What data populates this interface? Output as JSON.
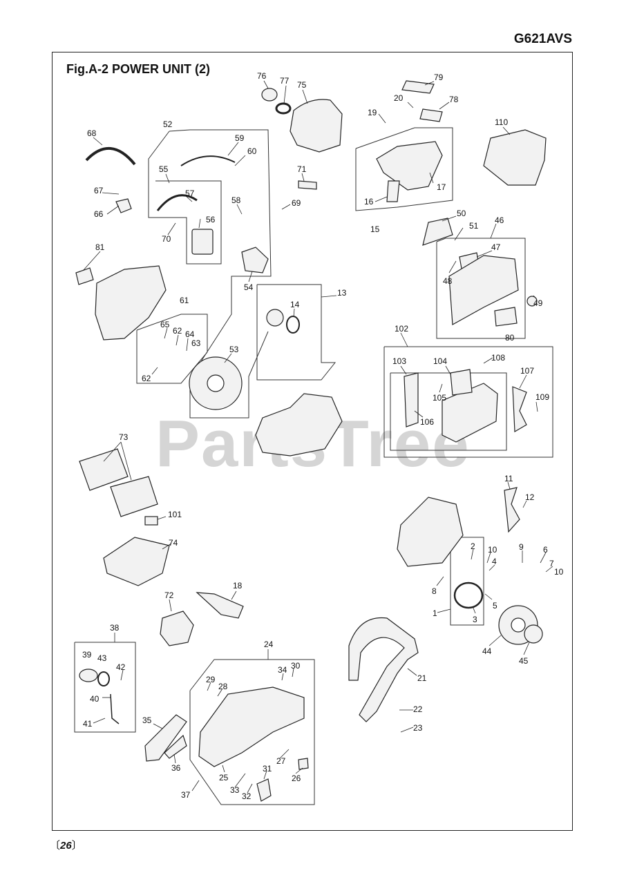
{
  "model": "G621AVS",
  "figure_title": "Fig.A-2  POWER UNIT (2)",
  "page_number": "26",
  "watermark": "PartsTree",
  "callouts": [
    {
      "id": "c76",
      "text": "76"
    },
    {
      "id": "c77",
      "text": "77"
    },
    {
      "id": "c75",
      "text": "75"
    },
    {
      "id": "c79",
      "text": "79"
    },
    {
      "id": "c20",
      "text": "20"
    },
    {
      "id": "c78",
      "text": "78"
    },
    {
      "id": "c19",
      "text": "19"
    },
    {
      "id": "c110",
      "text": "110"
    },
    {
      "id": "c68",
      "text": "68"
    },
    {
      "id": "c52",
      "text": "52"
    },
    {
      "id": "c59",
      "text": "59"
    },
    {
      "id": "c60",
      "text": "60"
    },
    {
      "id": "c55",
      "text": "55"
    },
    {
      "id": "c71",
      "text": "71"
    },
    {
      "id": "c57",
      "text": "57"
    },
    {
      "id": "c17",
      "text": "17"
    },
    {
      "id": "c67",
      "text": "67"
    },
    {
      "id": "c58",
      "text": "58"
    },
    {
      "id": "c69",
      "text": "69"
    },
    {
      "id": "c16",
      "text": "16"
    },
    {
      "id": "c66",
      "text": "66"
    },
    {
      "id": "c56",
      "text": "56"
    },
    {
      "id": "c15",
      "text": "15"
    },
    {
      "id": "c50",
      "text": "50"
    },
    {
      "id": "c70",
      "text": "70"
    },
    {
      "id": "c51",
      "text": "51"
    },
    {
      "id": "c46",
      "text": "46"
    },
    {
      "id": "c81",
      "text": "81"
    },
    {
      "id": "c47",
      "text": "47"
    },
    {
      "id": "c54",
      "text": "54"
    },
    {
      "id": "c48",
      "text": "48"
    },
    {
      "id": "c13",
      "text": "13"
    },
    {
      "id": "c61",
      "text": "61"
    },
    {
      "id": "c14",
      "text": "14"
    },
    {
      "id": "c49",
      "text": "49"
    },
    {
      "id": "c65",
      "text": "65"
    },
    {
      "id": "c62a",
      "text": "62"
    },
    {
      "id": "c64",
      "text": "64"
    },
    {
      "id": "c63",
      "text": "63"
    },
    {
      "id": "c80",
      "text": "80"
    },
    {
      "id": "c102",
      "text": "102"
    },
    {
      "id": "c53",
      "text": "53"
    },
    {
      "id": "c108",
      "text": "108"
    },
    {
      "id": "c103",
      "text": "103"
    },
    {
      "id": "c104",
      "text": "104"
    },
    {
      "id": "c62b",
      "text": "62"
    },
    {
      "id": "c107",
      "text": "107"
    },
    {
      "id": "c105",
      "text": "105"
    },
    {
      "id": "c109",
      "text": "109"
    },
    {
      "id": "c106",
      "text": "106"
    },
    {
      "id": "c73",
      "text": "73"
    },
    {
      "id": "c11",
      "text": "11"
    },
    {
      "id": "c12",
      "text": "12"
    },
    {
      "id": "c101",
      "text": "101"
    },
    {
      "id": "c74",
      "text": "74"
    },
    {
      "id": "c2",
      "text": "2"
    },
    {
      "id": "c10a",
      "text": "10"
    },
    {
      "id": "c9",
      "text": "9"
    },
    {
      "id": "c6",
      "text": "6"
    },
    {
      "id": "c4",
      "text": "4"
    },
    {
      "id": "c7",
      "text": "7"
    },
    {
      "id": "c10b",
      "text": "10"
    },
    {
      "id": "c18",
      "text": "18"
    },
    {
      "id": "c8",
      "text": "8"
    },
    {
      "id": "c5",
      "text": "5"
    },
    {
      "id": "c1",
      "text": "1"
    },
    {
      "id": "c3",
      "text": "3"
    },
    {
      "id": "c72",
      "text": "72"
    },
    {
      "id": "c38",
      "text": "38"
    },
    {
      "id": "c44",
      "text": "44"
    },
    {
      "id": "c45",
      "text": "45"
    },
    {
      "id": "c24",
      "text": "24"
    },
    {
      "id": "c21",
      "text": "21"
    },
    {
      "id": "c39",
      "text": "39"
    },
    {
      "id": "c43",
      "text": "43"
    },
    {
      "id": "c34",
      "text": "34"
    },
    {
      "id": "c30",
      "text": "30"
    },
    {
      "id": "c42",
      "text": "42"
    },
    {
      "id": "c29",
      "text": "29"
    },
    {
      "id": "c28",
      "text": "28"
    },
    {
      "id": "c40",
      "text": "40"
    },
    {
      "id": "c22",
      "text": "22"
    },
    {
      "id": "c23",
      "text": "23"
    },
    {
      "id": "c35",
      "text": "35"
    },
    {
      "id": "c41",
      "text": "41"
    },
    {
      "id": "c27",
      "text": "27"
    },
    {
      "id": "c36",
      "text": "36"
    },
    {
      "id": "c31",
      "text": "31"
    },
    {
      "id": "c25",
      "text": "25"
    },
    {
      "id": "c26",
      "text": "26"
    },
    {
      "id": "c33",
      "text": "33"
    },
    {
      "id": "c32",
      "text": "32"
    },
    {
      "id": "c37",
      "text": "37"
    }
  ]
}
